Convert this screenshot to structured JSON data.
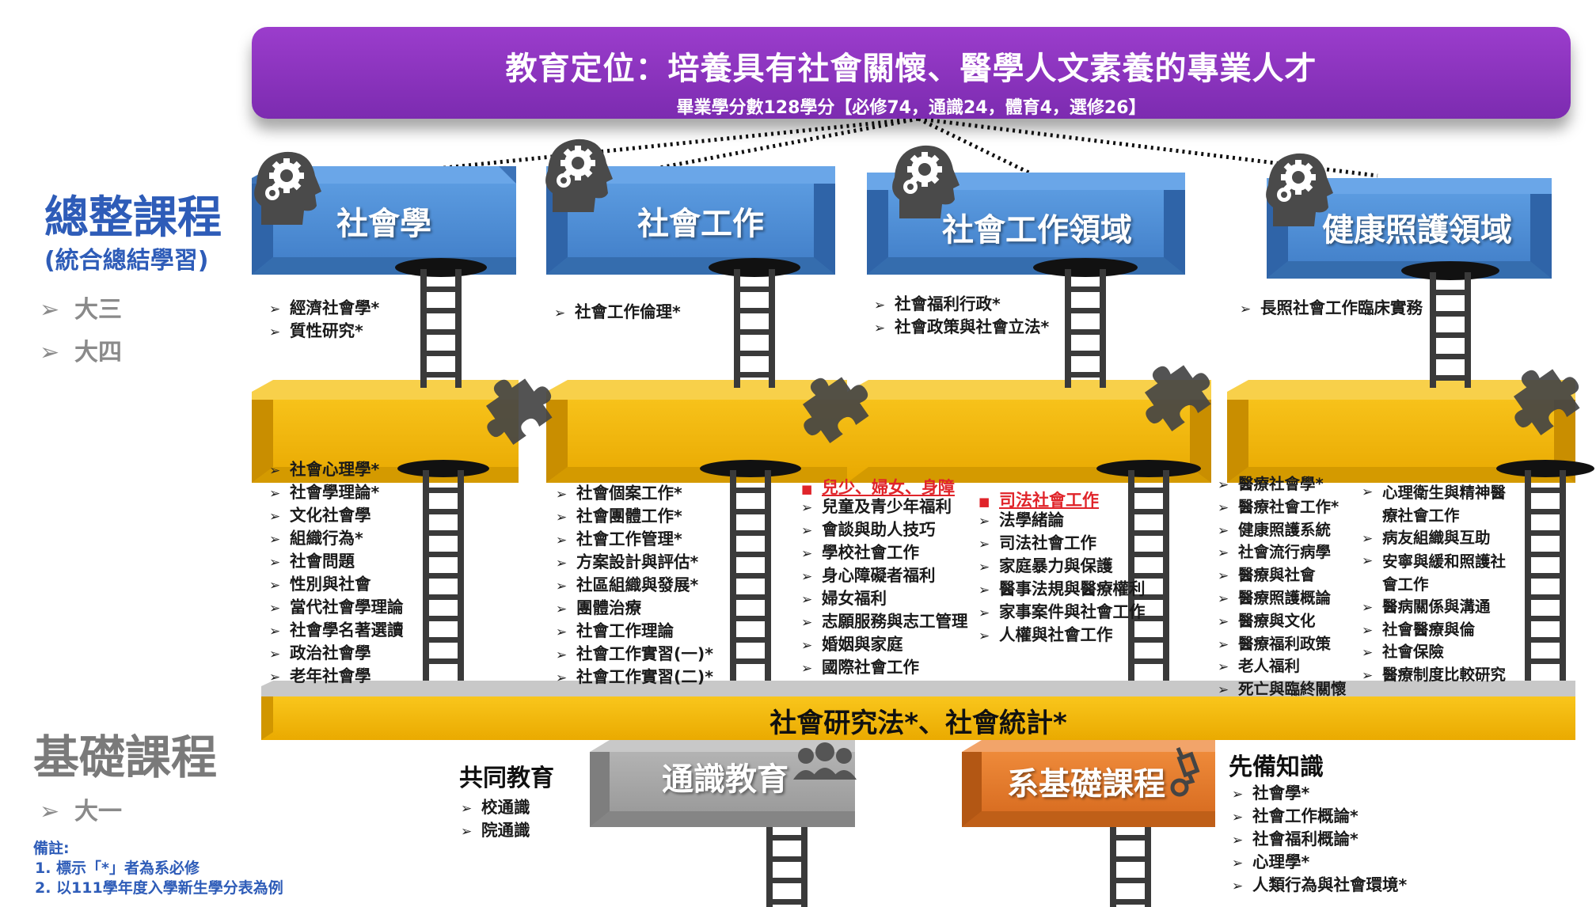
{
  "banner": {
    "title": "教育定位：培養具有社會關懷、醫學人文素養的專業人才",
    "subtitle": "畢業學分數128學分【必修74，通識24，體育4，選修26】"
  },
  "integrated": {
    "title": "總整課程",
    "subtitle": "(統合總結學習)",
    "years": [
      "大三",
      "大四"
    ]
  },
  "foundation": {
    "title": "基礎課程",
    "years": [
      "大一"
    ]
  },
  "notes": {
    "title": "備註:",
    "items": [
      "1.   標示「*」者為系必修",
      "2.   以111學年度入學新生學分表為例"
    ]
  },
  "domains": [
    {
      "title": "社會學",
      "upper": [
        "經濟社會學*",
        "質性研究*"
      ],
      "lower": [
        "社會心理學*",
        "社會學理論*",
        "文化社會學",
        "組織行為*",
        "社會問題",
        "性別與社會",
        "當代社會學理論",
        "社會學名著選讀",
        "政治社會學",
        "老年社會學"
      ]
    },
    {
      "title": "社會工作",
      "upper": [
        "社會工作倫理*"
      ],
      "lower": [
        "社會個案工作*",
        "社會團體工作*",
        "社會工作管理*",
        "方案設計與評估*",
        "社區組織與發展*",
        "團體治療",
        "社會工作理論",
        "社會工作實習(一)*",
        "社會工作實習(二)*"
      ]
    },
    {
      "title": "社會工作領域",
      "upper": [
        "社會福利行政*",
        "社會政策與社會立法*"
      ],
      "group1_head": "兒少、婦女、身障",
      "group1": [
        "兒童及青少年福利",
        "會談與助人技巧",
        "學校社會工作",
        "身心障礙者福利",
        "婦女福利",
        "志願服務與志工管理",
        "婚姻與家庭",
        "國際社會工作"
      ],
      "group2_head": "司法社會工作",
      "group2": [
        "法學緒論",
        "司法社會工作",
        "家庭暴力與保護",
        "醫事法規與醫療權利",
        "家事案件與社會工作",
        "人權與社會工作"
      ]
    },
    {
      "title": "健康照護領域",
      "upper": [
        "長照社會工作臨床實務"
      ],
      "col1": [
        "醫療社會學*",
        "醫療社會工作*",
        "健康照護系統",
        "社會流行病學",
        "醫療與社會",
        "醫療照護概論",
        "醫療與文化",
        "醫療福利政策",
        "老人福利",
        "死亡與臨終關懷"
      ],
      "col2": [
        "心理衛生與精神醫療社會工作",
        "病友組織與互助",
        "安寧與緩和照護社會工作",
        "醫病關係與溝通",
        "社會醫療與倫",
        "社會保險",
        "醫療制度比較研究"
      ]
    }
  ],
  "methods_bar": "社會研究法*、社會統計*",
  "general_ed": {
    "heading": "共同教育",
    "title": "通識教育",
    "items": [
      "校通識",
      "院通識"
    ]
  },
  "dept_basic": {
    "title": "系基礎課程",
    "heading": "先備知識",
    "items": [
      "社會學*",
      "社會工作概論*",
      "社會福利概論*",
      "心理學*",
      "人類行為與社會環境*"
    ]
  },
  "colors": {
    "banner": "#8a36c0",
    "blue_box": "#4f8fd6",
    "gold_box": "#f0b400",
    "gray_box": "#a6a6a6",
    "orange_box": "#e0782a",
    "accent_text": "#2e5cb8",
    "red_heading": "#e0242a"
  },
  "icons": [
    "head-gear-icon",
    "puzzle-piece-icon",
    "people-group-icon",
    "hand-truck-icon"
  ]
}
